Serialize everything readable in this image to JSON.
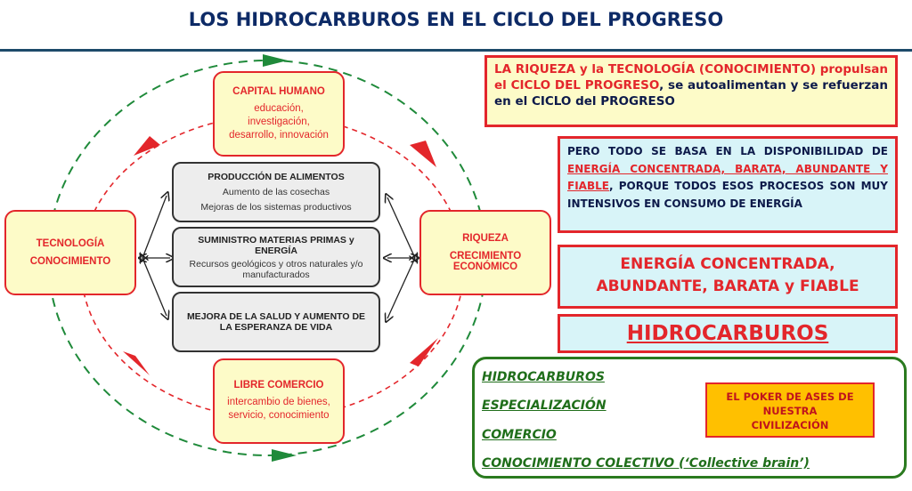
{
  "title": "LOS HIDROCARBUROS EN EL CICLO DEL PROGRESO",
  "diagram": {
    "capital": {
      "heading": "CAPITAL HUMANO",
      "lines": [
        "educación,",
        "investigación,",
        "desarrollo, innovación"
      ]
    },
    "tecnologia": {
      "lines": [
        "TECNOLOGÍA",
        "CONOCIMIENTO"
      ]
    },
    "riqueza": {
      "lines": [
        "RIQUEZA",
        "CRECIMIENTO ECONÓMICO"
      ]
    },
    "comercio": {
      "heading": "LIBRE COMERCIO",
      "lines": [
        "intercambio de bienes,",
        "servicio, conocimiento"
      ]
    },
    "center": [
      {
        "heading": "PRODUCCIÓN DE ALIMENTOS",
        "lines": [
          "Aumento de las cosechas",
          "Mejoras de los sistemas productivos"
        ]
      },
      {
        "heading": "SUMINISTRO MATERIAS PRIMAS y ENERGÍA",
        "lines": [
          "Recursos geológicos y otros naturales y/o manufacturados"
        ]
      },
      {
        "heading": "MEJORA DE LA SALUD Y AUMENTO DE LA ESPERANZA DE VIDA",
        "lines": []
      }
    ]
  },
  "panel": {
    "box1": {
      "r1": "LA RIQUEZA y la TECNOLOGÍA (CONOCIMIENTO) propulsan el ",
      "r2": "CICLO DEL PROGRESO",
      ",": ",",
      "n1": " se autoalimentan y se refuerzan en el CICLO del PROGRESO"
    },
    "box2": {
      "t1": "PERO TODO SE BASA EN LA DISPONIBILIDAD DE ",
      "u": "ENERGÍA CONCENTRADA, BARATA, ABUNDANTE Y FIABLE",
      "t2": ", PORQUE TODOS ESOS PROCESOS SON MUY INTENSIVOS EN CONSUMO DE ENERGÍA"
    },
    "box3": "ENERGÍA CONCENTRADA, ABUNDANTE, BARATA y FIABLE",
    "box4": "HIDROCARBUROS",
    "aces": [
      "HIDROCARBUROS",
      "ESPECIALIZACIÓN",
      "COMERCIO",
      "CONOCIMIENTO COLECTIVO (‘Collective brain’)"
    ],
    "poker": "EL POKER DE ASES DE NUESTRA CIVILIZACIÓN"
  },
  "colors": {
    "red": "#e3262b",
    "green": "#1f8a3a",
    "yellow": "#fdfbc8",
    "cyan": "#d8f4f8",
    "orange": "#ffc000",
    "navy": "#0d2a66"
  }
}
